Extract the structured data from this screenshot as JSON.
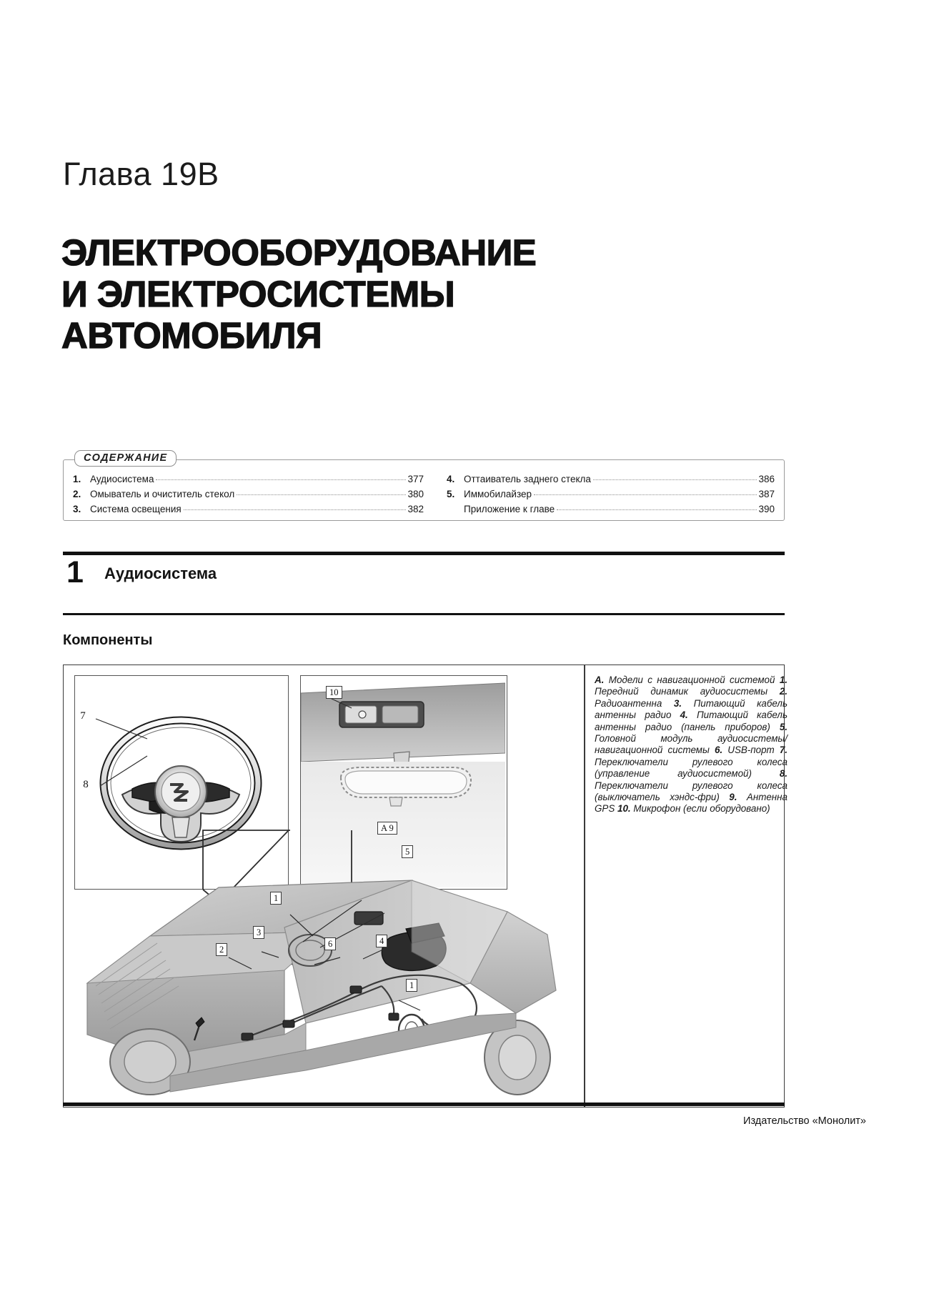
{
  "chapter": {
    "label": "Глава 19B",
    "title_lines": [
      "ЭЛЕКТРООБОРУДОВАНИЕ",
      "И ЭЛЕКТРОСИСТЕМЫ",
      "АВТОМОБИЛЯ"
    ]
  },
  "contents": {
    "tag": "СОДЕРЖАНИЕ",
    "left": [
      {
        "num": "1.",
        "text": "Аудиосистема",
        "page": "377"
      },
      {
        "num": "2.",
        "text": "Омыватель и очиститель стекол",
        "page": "380"
      },
      {
        "num": "3.",
        "text": "Система освещения",
        "page": "382"
      }
    ],
    "right": [
      {
        "num": "4.",
        "text": "Оттаиватель заднего стекла",
        "page": "386"
      },
      {
        "num": "5.",
        "text": "Иммобилайзер",
        "page": "387"
      },
      {
        "num": "",
        "text": "Приложение к главе",
        "page": "390"
      }
    ]
  },
  "section": {
    "number": "1",
    "title": "Аудиосистема",
    "subhead": "Компоненты"
  },
  "figure": {
    "legend_html": "<b>A.</b> Модели с навигационной системой <b>1.</b> Передний динамик аудиосистемы <b>2.</b> Радиоантенна <b>3.</b> Питающий кабель антенны радио <b>4.</b> Питающий кабель антенны радио (панель приборов) <b>5.</b> Головной модуль аудиосистемы/навигационной системы <b>6.</b> USB-порт <b>7.</b> Переключатели рулевого колеса (управление аудиосистемой) <b>8.</b> Переключатели рулевого колеса (выключатель хэндс-фри) <b>9.</b> Антенна GPS <b>10.</b> Микрофон (если оборудовано)",
    "callouts": {
      "wheel_upper": "7",
      "wheel_lower": "8",
      "mirror": "10",
      "car_a9": "A 9",
      "car_5": "5",
      "car_1_top": "1",
      "car_3": "3",
      "car_2": "2",
      "car_6": "6",
      "car_4": "4",
      "car_1_bottom": "1"
    }
  },
  "footer": {
    "publisher": "Издательство «Монолит»"
  }
}
